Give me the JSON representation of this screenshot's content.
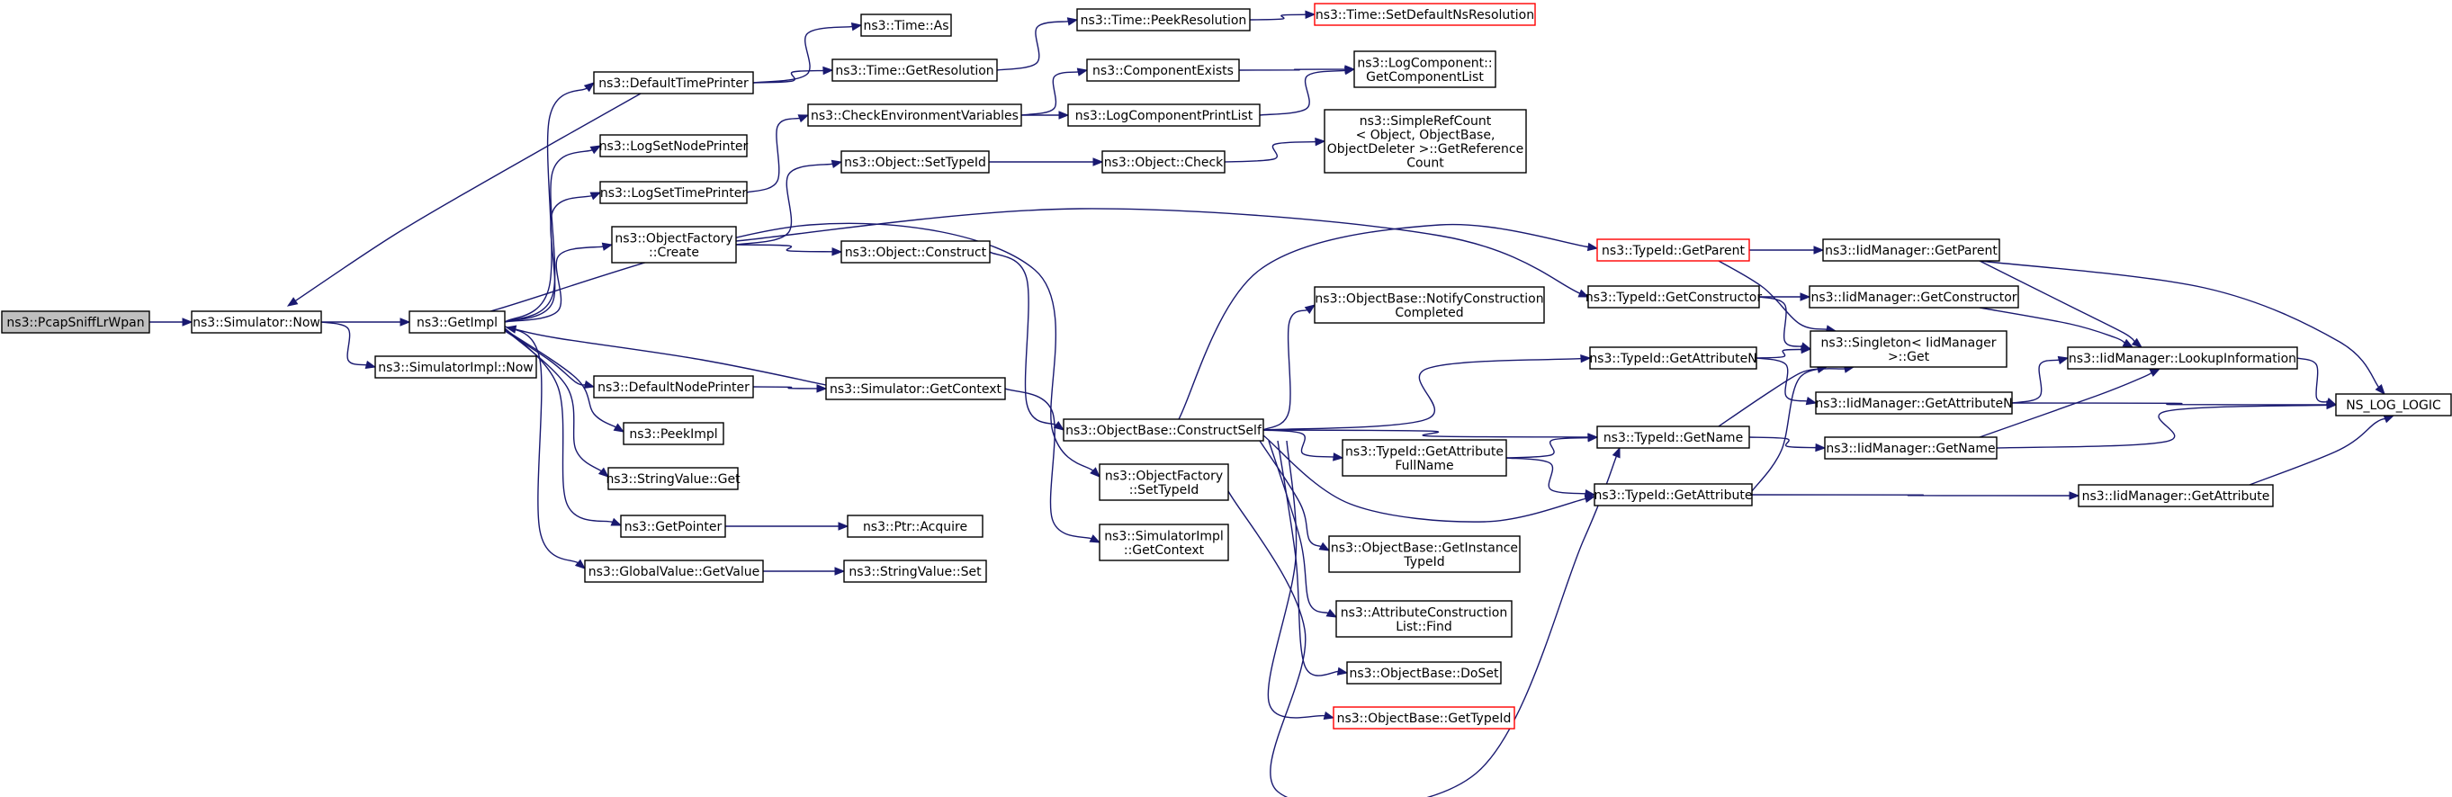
{
  "nodes": {
    "pcapsniff": {
      "lines": [
        "ns3::PcapSniffLrWpan"
      ],
      "style": "root"
    },
    "sim_now": {
      "lines": [
        "ns3::Simulator::Now"
      ]
    },
    "getimpl": {
      "lines": [
        "ns3::GetImpl"
      ]
    },
    "simimpl_now": {
      "lines": [
        "ns3::SimulatorImpl::Now"
      ]
    },
    "defaulttimeprinter": {
      "lines": [
        "ns3::DefaultTimePrinter"
      ]
    },
    "logsetnodeprinter": {
      "lines": [
        "ns3::LogSetNodePrinter"
      ]
    },
    "logsettimeprinter": {
      "lines": [
        "ns3::LogSetTimePrinter"
      ]
    },
    "objfactory_create": {
      "lines": [
        "ns3::ObjectFactory",
        "::Create"
      ]
    },
    "defaultnodeprinter": {
      "lines": [
        "ns3::DefaultNodePrinter"
      ]
    },
    "peekimpl": {
      "lines": [
        "ns3::PeekImpl"
      ]
    },
    "stringvalue_get": {
      "lines": [
        "ns3::StringValue::Get"
      ]
    },
    "getpointer": {
      "lines": [
        "ns3::GetPointer"
      ]
    },
    "globalvalue_getvalue": {
      "lines": [
        "ns3::GlobalValue::GetValue"
      ]
    },
    "time_as": {
      "lines": [
        "ns3::Time::As"
      ]
    },
    "time_getresolution": {
      "lines": [
        "ns3::Time::GetResolution"
      ]
    },
    "checkenv": {
      "lines": [
        "ns3::CheckEnvironmentVariables"
      ]
    },
    "object_settypeid": {
      "lines": [
        "ns3::Object::SetTypeId"
      ]
    },
    "object_construct": {
      "lines": [
        "ns3::Object::Construct"
      ]
    },
    "sim_getcontext": {
      "lines": [
        "ns3::Simulator::GetContext"
      ]
    },
    "ptr_acquire": {
      "lines": [
        "ns3::Ptr::Acquire"
      ]
    },
    "stringvalue_set": {
      "lines": [
        "ns3::StringValue::Set"
      ]
    },
    "time_peekresolution": {
      "lines": [
        "ns3::Time::PeekResolution"
      ]
    },
    "componentexists": {
      "lines": [
        "ns3::ComponentExists"
      ]
    },
    "logcomponentprintlist": {
      "lines": [
        "ns3::LogComponentPrintList"
      ]
    },
    "object_check": {
      "lines": [
        "ns3::Object::Check"
      ]
    },
    "objbase_constructself": {
      "lines": [
        "ns3::ObjectBase::ConstructSelf"
      ]
    },
    "objfactory_settypeid": {
      "lines": [
        "ns3::ObjectFactory",
        "::SetTypeId"
      ]
    },
    "simimpl_getcontext": {
      "lines": [
        "ns3::SimulatorImpl",
        "::GetContext"
      ]
    },
    "time_setdefaultns": {
      "lines": [
        "ns3::Time::SetDefaultNsResolution"
      ],
      "style": "trunc"
    },
    "logcomponent_getlist": {
      "lines": [
        "ns3::LogComponent::",
        "GetComponentList"
      ]
    },
    "simplerefcount": {
      "lines": [
        "ns3::SimpleRefCount",
        "< Object, ObjectBase,",
        " ObjectDeleter >::GetReference",
        "Count"
      ]
    },
    "objbase_notify": {
      "lines": [
        "ns3::ObjectBase::NotifyConstruction",
        "Completed"
      ]
    },
    "typeid_getattrfullname": {
      "lines": [
        "ns3::TypeId::GetAttribute",
        "FullName"
      ]
    },
    "objbase_getinstancetypeid": {
      "lines": [
        "ns3::ObjectBase::GetInstance",
        "TypeId"
      ]
    },
    "attrconstructionlist_find": {
      "lines": [
        "ns3::AttributeConstruction",
        "List::Find"
      ]
    },
    "objbase_doset": {
      "lines": [
        "ns3::ObjectBase::DoSet"
      ]
    },
    "objbase_gettypeid": {
      "lines": [
        "ns3::ObjectBase::GetTypeId"
      ],
      "style": "trunc"
    },
    "typeid_getparent": {
      "lines": [
        "ns3::TypeId::GetParent"
      ],
      "style": "trunc"
    },
    "typeid_getconstructor": {
      "lines": [
        "ns3::TypeId::GetConstructor"
      ]
    },
    "typeid_getattributen": {
      "lines": [
        "ns3::TypeId::GetAttributeN"
      ]
    },
    "typeid_getname": {
      "lines": [
        "ns3::TypeId::GetName"
      ]
    },
    "typeid_getattribute": {
      "lines": [
        "ns3::TypeId::GetAttribute"
      ]
    },
    "singleton_get": {
      "lines": [
        "ns3::Singleton< IidManager",
        " >::Get"
      ]
    },
    "iid_getparent": {
      "lines": [
        "ns3::IidManager::GetParent"
      ]
    },
    "iid_getconstructor": {
      "lines": [
        "ns3::IidManager::GetConstructor"
      ]
    },
    "iid_getattributen": {
      "lines": [
        "ns3::IidManager::GetAttributeN"
      ]
    },
    "iid_getname": {
      "lines": [
        "ns3::IidManager::GetName"
      ]
    },
    "iid_getattribute": {
      "lines": [
        "ns3::IidManager::GetAttribute"
      ]
    },
    "iid_lookupinfo": {
      "lines": [
        "ns3::IidManager::LookupInformation"
      ]
    },
    "ns_log_logic": {
      "lines": [
        "NS_LOG_LOGIC"
      ]
    }
  },
  "edges": [
    [
      "pcapsniff",
      "sim_now"
    ],
    [
      "sim_now",
      "getimpl"
    ],
    [
      "sim_now",
      "simimpl_now"
    ],
    [
      "getimpl",
      "defaulttimeprinter"
    ],
    [
      "getimpl",
      "logsetnodeprinter"
    ],
    [
      "getimpl",
      "logsettimeprinter"
    ],
    [
      "getimpl",
      "objfactory_create"
    ],
    [
      "getimpl",
      "defaultnodeprinter"
    ],
    [
      "getimpl",
      "peekimpl"
    ],
    [
      "getimpl",
      "stringvalue_get"
    ],
    [
      "getimpl",
      "getpointer"
    ],
    [
      "getimpl",
      "globalvalue_getvalue"
    ],
    [
      "getimpl",
      "objfactory_settypeid"
    ],
    [
      "defaulttimeprinter",
      "sim_now"
    ],
    [
      "defaulttimeprinter",
      "time_as"
    ],
    [
      "defaulttimeprinter",
      "time_getresolution"
    ],
    [
      "logsettimeprinter",
      "checkenv"
    ],
    [
      "objfactory_create",
      "object_settypeid"
    ],
    [
      "objfactory_create",
      "object_construct"
    ],
    [
      "objfactory_create",
      "typeid_getconstructor"
    ],
    [
      "defaultnodeprinter",
      "sim_getcontext"
    ],
    [
      "sim_getcontext",
      "getimpl"
    ],
    [
      "sim_getcontext",
      "simimpl_getcontext"
    ],
    [
      "getpointer",
      "ptr_acquire"
    ],
    [
      "globalvalue_getvalue",
      "stringvalue_set"
    ],
    [
      "time_getresolution",
      "time_peekresolution"
    ],
    [
      "time_peekresolution",
      "time_setdefaultns"
    ],
    [
      "checkenv",
      "componentexists"
    ],
    [
      "checkenv",
      "logcomponentprintlist"
    ],
    [
      "componentexists",
      "logcomponent_getlist"
    ],
    [
      "logcomponentprintlist",
      "logcomponent_getlist"
    ],
    [
      "object_settypeid",
      "object_check"
    ],
    [
      "object_check",
      "simplerefcount"
    ],
    [
      "object_construct",
      "objbase_constructself"
    ],
    [
      "objbase_constructself",
      "objbase_notify"
    ],
    [
      "objbase_constructself",
      "typeid_getparent"
    ],
    [
      "objbase_constructself",
      "typeid_getattributen"
    ],
    [
      "objbase_constructself",
      "typeid_getname"
    ],
    [
      "objbase_constructself",
      "typeid_getattrfullname"
    ],
    [
      "objbase_constructself",
      "typeid_getattribute"
    ],
    [
      "objbase_constructself",
      "objbase_getinstancetypeid"
    ],
    [
      "objbase_constructself",
      "attrconstructionlist_find"
    ],
    [
      "objbase_constructself",
      "objbase_doset"
    ],
    [
      "objbase_constructself",
      "objbase_gettypeid"
    ],
    [
      "objfactory_settypeid",
      "typeid_getname"
    ],
    [
      "typeid_getattrfullname",
      "typeid_getname"
    ],
    [
      "typeid_getattrfullname",
      "typeid_getattribute"
    ],
    [
      "typeid_getparent",
      "iid_getparent"
    ],
    [
      "typeid_getparent",
      "singleton_get"
    ],
    [
      "typeid_getconstructor",
      "iid_getconstructor"
    ],
    [
      "typeid_getconstructor",
      "singleton_get"
    ],
    [
      "typeid_getattributen",
      "singleton_get"
    ],
    [
      "typeid_getattributen",
      "iid_getattributen"
    ],
    [
      "typeid_getname",
      "singleton_get"
    ],
    [
      "typeid_getname",
      "iid_getname"
    ],
    [
      "typeid_getattribute",
      "singleton_get"
    ],
    [
      "typeid_getattribute",
      "iid_getattribute"
    ],
    [
      "iid_getparent",
      "iid_lookupinfo"
    ],
    [
      "iid_getparent",
      "ns_log_logic"
    ],
    [
      "iid_getconstructor",
      "iid_lookupinfo"
    ],
    [
      "iid_getattributen",
      "iid_lookupinfo"
    ],
    [
      "iid_getattributen",
      "ns_log_logic"
    ],
    [
      "iid_getname",
      "iid_lookupinfo"
    ],
    [
      "iid_getname",
      "ns_log_logic"
    ],
    [
      "iid_getattribute",
      "ns_log_logic"
    ],
    [
      "iid_lookupinfo",
      "ns_log_logic"
    ]
  ]
}
